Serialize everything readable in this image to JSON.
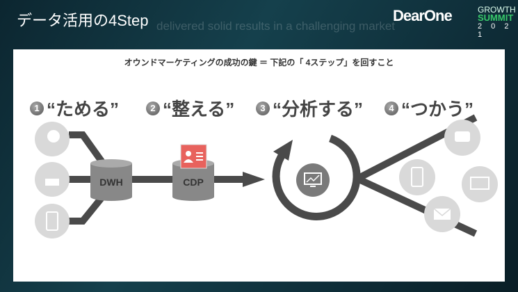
{
  "header": {
    "title": "データ活用の4Step",
    "background_text": "delivered solid results in a challenging market"
  },
  "logos": {
    "dearone": "DearOne",
    "summit_line1": "GROWTH",
    "summit_line2": "SUMMIT",
    "summit_year": "2 0 2 1"
  },
  "slide": {
    "subtitle": "オウンドマーケティングの成功の鍵 ＝ 下記の「 4ステップ」を回すこと",
    "steps": [
      {
        "number": "1",
        "label": "“ためる”"
      },
      {
        "number": "2",
        "label": "“整える”"
      },
      {
        "number": "3",
        "label": "“分析する”"
      },
      {
        "number": "4",
        "label": "“つかう”"
      }
    ],
    "dwh_label": "DWH",
    "cdp_label": "CDP"
  },
  "colors": {
    "accent_red": "#e8625d",
    "dark_line": "#4a4a4a",
    "circle_gray": "#d9d9d9",
    "summit_green": "#37c86a"
  }
}
